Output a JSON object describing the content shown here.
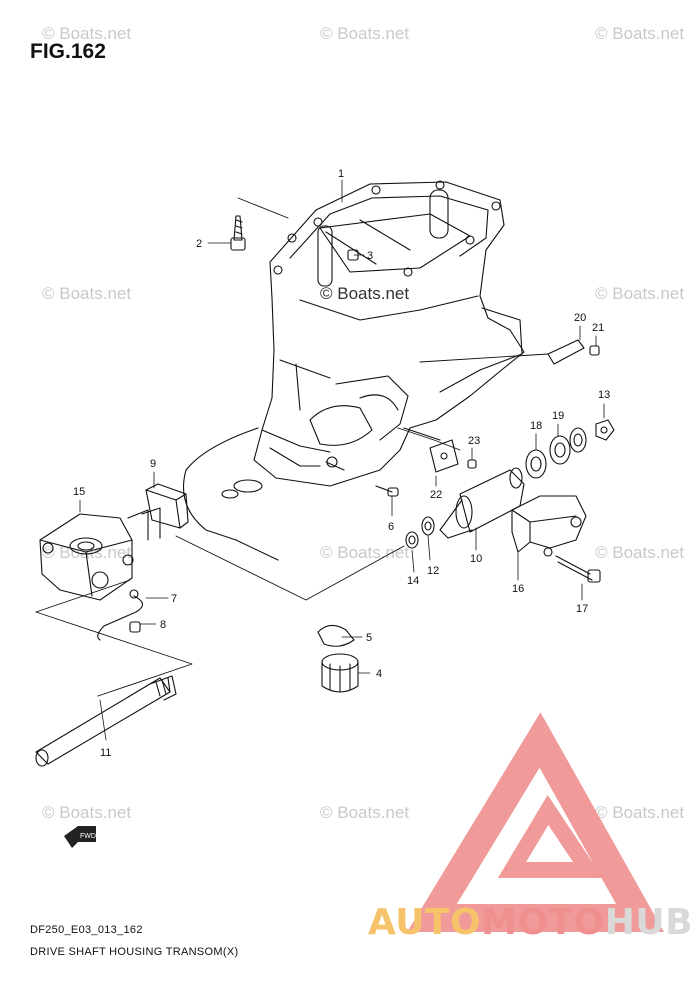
{
  "figure": {
    "title": "FIG.162"
  },
  "watermark_text": "© Boats.net",
  "callouts": [
    "1",
    "2",
    "3",
    "4",
    "5",
    "6",
    "7",
    "8",
    "9",
    "10",
    "11",
    "12",
    "13",
    "14",
    "15",
    "16",
    "17",
    "18",
    "19",
    "20",
    "21",
    "22",
    "23"
  ],
  "footer": {
    "code": "DF250_E03_013_162",
    "title": "DRIVE SHAFT HOUSING TRANSOM(X)"
  },
  "arrow_label": "FWD",
  "brand": {
    "part1": "AUTO",
    "part2": "MOTO",
    "part3": "HUB"
  },
  "colors": {
    "logo_red": "#ef8f8f",
    "logo_orange": "#f6c36b",
    "logo_gray": "#d9d9d9"
  }
}
